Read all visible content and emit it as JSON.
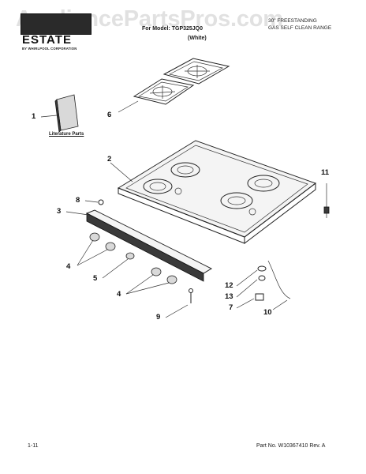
{
  "header": {
    "watermark": "AppliancePartsPros.com",
    "brand": "ESTATE",
    "brand_sub": "BY WHIRLPOOL CORPORATION",
    "model_line": "For Model: TGP325JQ0",
    "color_line": "(White)",
    "right_line1": "30\" FREESTANDING",
    "right_line2": "GAS SELF CLEAN RANGE"
  },
  "callouts": {
    "c1": "1",
    "c2": "2",
    "c3": "3",
    "c4a": "4",
    "c4b": "4",
    "c5": "5",
    "c6": "6",
    "c7": "7",
    "c8": "8",
    "c9": "9",
    "c10": "10",
    "c11": "11",
    "c12": "12",
    "c13": "13"
  },
  "literature_label": "Literature Parts",
  "footer": {
    "page": "1-11",
    "part_no": "Part No. W10367410 Rev. A"
  },
  "icons": {
    "logo": "estate-logo-icon",
    "grate": "burner-grate-icon",
    "cooktop": "cooktop-icon",
    "knob": "knob-icon"
  }
}
